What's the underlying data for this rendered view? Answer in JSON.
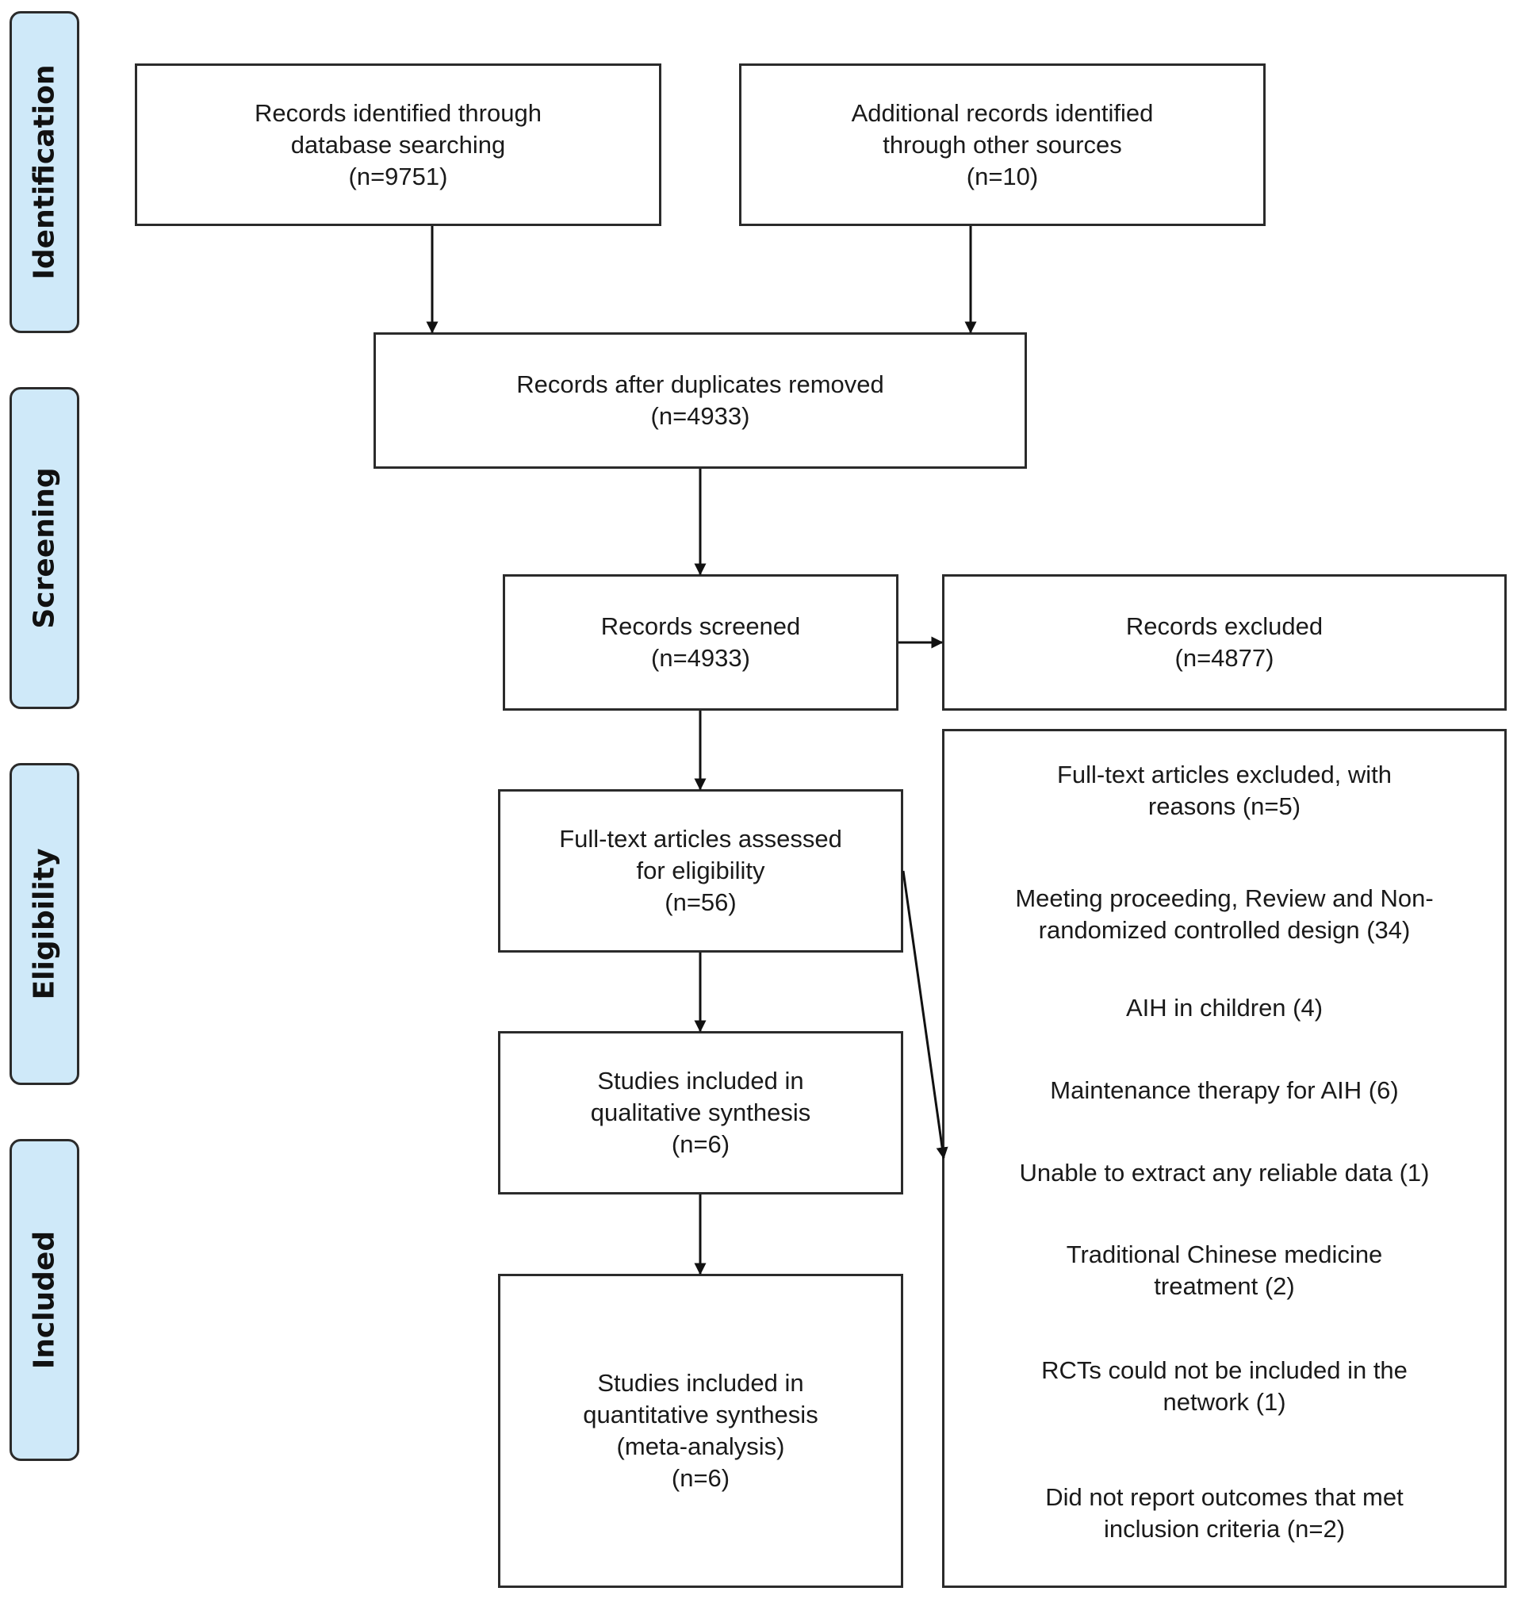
{
  "phases": {
    "identification": "Identification",
    "screening": "Screening",
    "eligibility": "Eligibility",
    "included": "Included"
  },
  "boxes": {
    "database_search": [
      "Records identified through",
      "database searching",
      "(n=9751)"
    ],
    "other_sources": [
      "Additional records identified",
      "through other sources",
      "(n=10)"
    ],
    "after_duplicates": [
      "Records after duplicates removed",
      "(n=4933)"
    ],
    "screened": [
      "Records screened",
      "(n=4933)"
    ],
    "excluded": [
      "Records excluded",
      "(n=4877)"
    ],
    "full_text_assessed": [
      "Full-text articles assessed",
      "for eligibility",
      "(n=56)"
    ],
    "qualitative": [
      "Studies included in",
      "qualitative synthesis",
      "(n=6)"
    ],
    "quantitative": [
      "Studies included in",
      "quantitative  synthesis",
      "(meta-analysis)",
      "(n=6)"
    ]
  },
  "full_text_excluded": {
    "heading": [
      "Full-text articles excluded, with",
      "reasons (n=5)"
    ],
    "reasons": [
      [
        "Meeting proceeding, Review and Non-",
        "randomized controlled design (34)"
      ],
      [
        "AIH in children (4)"
      ],
      [
        "Maintenance therapy for AIH (6)"
      ],
      [
        "Unable to extract any reliable data (1)"
      ],
      [
        "Traditional Chinese medicine",
        "treatment (2)"
      ],
      [
        "RCTs could not be included in the",
        "network (1)"
      ],
      [
        "Did not report outcomes that met",
        "inclusion criteria (n=2)"
      ]
    ]
  },
  "colors": {
    "phase_fill": "#cfe9f9",
    "stroke": "#2b2b2b",
    "text": "#1a1a1a"
  }
}
